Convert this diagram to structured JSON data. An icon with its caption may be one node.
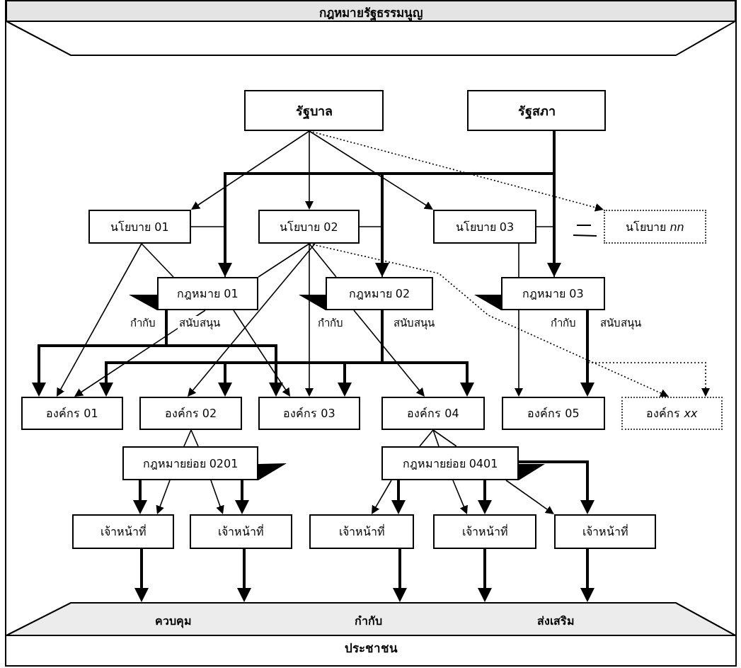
{
  "diagram": {
    "nodes": [
      {
        "text": [
          "กฎหมายรัฐธรรมนูญ"
        ]
      },
      {
        "text": [
          "รัฐบาล"
        ]
      },
      {
        "text": [
          "รัฐสภา"
        ]
      },
      {
        "text": [
          "นโยบาย 01"
        ]
      },
      {
        "text": [
          "นโยบาย 02"
        ]
      },
      {
        "text": [
          "นโยบาย 03"
        ]
      },
      {
        "text": [
          "นโยบาย *nn*"
        ]
      },
      {
        "text": [
          "กฎหมาย 01"
        ]
      },
      {
        "text": [
          "กฎหมาย 02"
        ]
      },
      {
        "text": [
          "กฎหมาย 03"
        ]
      },
      {
        "text": [
          "องค์กร 01"
        ]
      },
      {
        "text": [
          "องค์กร 02"
        ]
      },
      {
        "text": [
          "องค์กร 03"
        ]
      },
      {
        "text": [
          "องค์กร 04"
        ]
      },
      {
        "text": [
          "องค์กร 05"
        ]
      },
      {
        "text": [
          "องค์กร *xx*"
        ]
      },
      {
        "text": [
          "กฎหมายย่อย 0201"
        ]
      },
      {
        "text": [
          "กฎหมายย่อย 0401"
        ]
      },
      {
        "text": [
          "เจ้าหน้าที่"
        ]
      },
      {
        "text": [
          "เจ้าหน้าที่"
        ]
      },
      {
        "text": [
          "เจ้าหน้าที่"
        ]
      },
      {
        "text": [
          "เจ้าหน้าที่"
        ]
      },
      {
        "text": [
          "เจ้าหน้าที่"
        ]
      },
      {
        "text": [
          "ควบคุม",
          "กำกับ",
          "ส่งเสริม"
        ]
      }
    ],
    "edges": [
      {
        "from": 1,
        "to": 3,
        "arrow": "to"
      },
      {
        "from": 1,
        "to": 4,
        "arrow": "to"
      },
      {
        "from": 1,
        "to": 5,
        "arrow": "to"
      },
      {
        "from": 1,
        "to": 6,
        "arrow": "to",
        "style": "dashed"
      },
      {
        "from": 2,
        "to": 7,
        "arrow": "to",
        "style": "thick"
      },
      {
        "from": 2,
        "to": 8,
        "arrow": "to",
        "style": "thick"
      },
      {
        "from": 2,
        "to": 9,
        "arrow": "to",
        "style": "thick"
      },
      {
        "from": 3,
        "to": 7,
        "arrow": "none"
      },
      {
        "from": 4,
        "to": 8,
        "arrow": "none"
      },
      {
        "from": 5,
        "to": 9,
        "arrow": "none"
      },
      {
        "from": 3,
        "to": 10,
        "arrow": "to"
      },
      {
        "from": 3,
        "to": 7,
        "arrow": "none"
      },
      {
        "from": 4,
        "to": 7,
        "arrow": "none"
      },
      {
        "from": 4,
        "to": 11,
        "arrow": "to"
      },
      {
        "from": 4,
        "to": 12,
        "arrow": "to"
      },
      {
        "from": 4,
        "to": 8,
        "arrow": "none"
      },
      {
        "from": 4,
        "to": 15,
        "arrow": "to",
        "style": "dashed"
      },
      {
        "from": 5,
        "to": 9,
        "arrow": "none"
      },
      {
        "from": 7,
        "to": 10,
        "arrow": "to"
      },
      {
        "from": 7,
        "to": 12,
        "arrow": "to"
      },
      {
        "from": 7,
        "to": 10,
        "arrow": "to",
        "style": "thick"
      },
      {
        "from": 7,
        "to": 12,
        "arrow": "to",
        "style": "thick"
      },
      {
        "from": 8,
        "to": 10,
        "arrow": "to",
        "style": "thick"
      },
      {
        "from": 8,
        "to": 11,
        "arrow": "to",
        "style": "thick"
      },
      {
        "from": 8,
        "to": 12,
        "arrow": "to",
        "style": "thick"
      },
      {
        "from": 8,
        "to": 13,
        "arrow": "to",
        "style": "thick"
      },
      {
        "from": 9,
        "to": 14,
        "arrow": "to",
        "style": "thick"
      },
      {
        "from": 9,
        "to": 15,
        "arrow": "to",
        "style": "dashed"
      },
      {
        "from": 8,
        "to": 13,
        "arrow": "to"
      },
      {
        "from": 9,
        "to": 14,
        "arrow": "to"
      },
      {
        "from": 11,
        "to": 16,
        "arrow": "none"
      },
      {
        "from": 11,
        "to": 16,
        "arrow": "none"
      },
      {
        "from": 13,
        "to": 17,
        "arrow": "none"
      },
      {
        "from": 13,
        "to": 17,
        "arrow": "none"
      },
      {
        "from": 13,
        "to": 17,
        "arrow": "none"
      },
      {
        "from": 16,
        "to": 18,
        "arrow": "to",
        "style": "thick"
      },
      {
        "from": 16,
        "to": 18,
        "arrow": "to"
      },
      {
        "from": 16,
        "to": 19,
        "arrow": "to"
      },
      {
        "from": 16,
        "to": 19,
        "arrow": "to",
        "style": "thick"
      },
      {
        "from": 17,
        "to": 20,
        "arrow": "to"
      },
      {
        "from": 17,
        "to": 20,
        "arrow": "to",
        "style": "thick"
      },
      {
        "from": 17,
        "to": 21,
        "arrow": "to"
      },
      {
        "from": 17,
        "to": 21,
        "arrow": "to",
        "style": "thick"
      },
      {
        "from": 17,
        "to": 22,
        "arrow": "to"
      },
      {
        "from": 17,
        "to": 22,
        "arrow": "to",
        "style": "thick"
      },
      {
        "from": 18,
        "to": 23,
        "arrow": "to",
        "style": "thick"
      },
      {
        "from": 19,
        "to": 23,
        "arrow": "to",
        "style": "thick"
      },
      {
        "from": 20,
        "to": 23,
        "arrow": "to",
        "style": "thick"
      },
      {
        "from": 21,
        "to": 23,
        "arrow": "to",
        "style": "thick"
      },
      {
        "from": 22,
        "to": 23,
        "arrow": "to",
        "style": "thick"
      }
    ],
    "labels": [
      "กำกับ",
      "สนับสนุน",
      "กำกับ",
      "สนับสนุน",
      "กำกับ",
      "สนับสนุน",
      "ประชาชน"
    ]
  }
}
